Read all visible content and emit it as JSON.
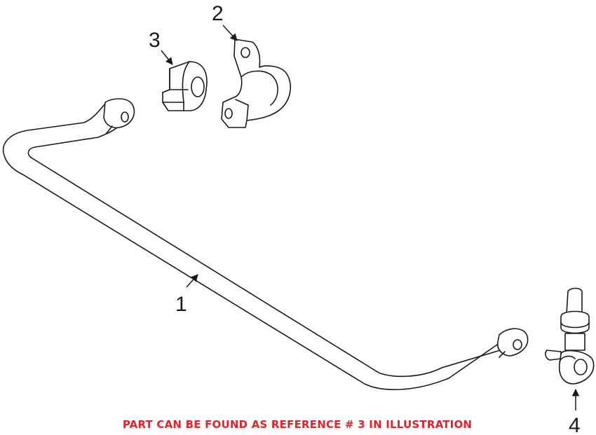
{
  "callouts": {
    "c1": "1",
    "c2": "2",
    "c3": "3",
    "c4": "4"
  },
  "note": {
    "text": "PART CAN BE FOUND AS REFERENCE # 3 IN ILLUSTRATION",
    "color": "#e8202a"
  },
  "colors": {
    "line": "#1a1a1a",
    "background": "#ffffff"
  }
}
